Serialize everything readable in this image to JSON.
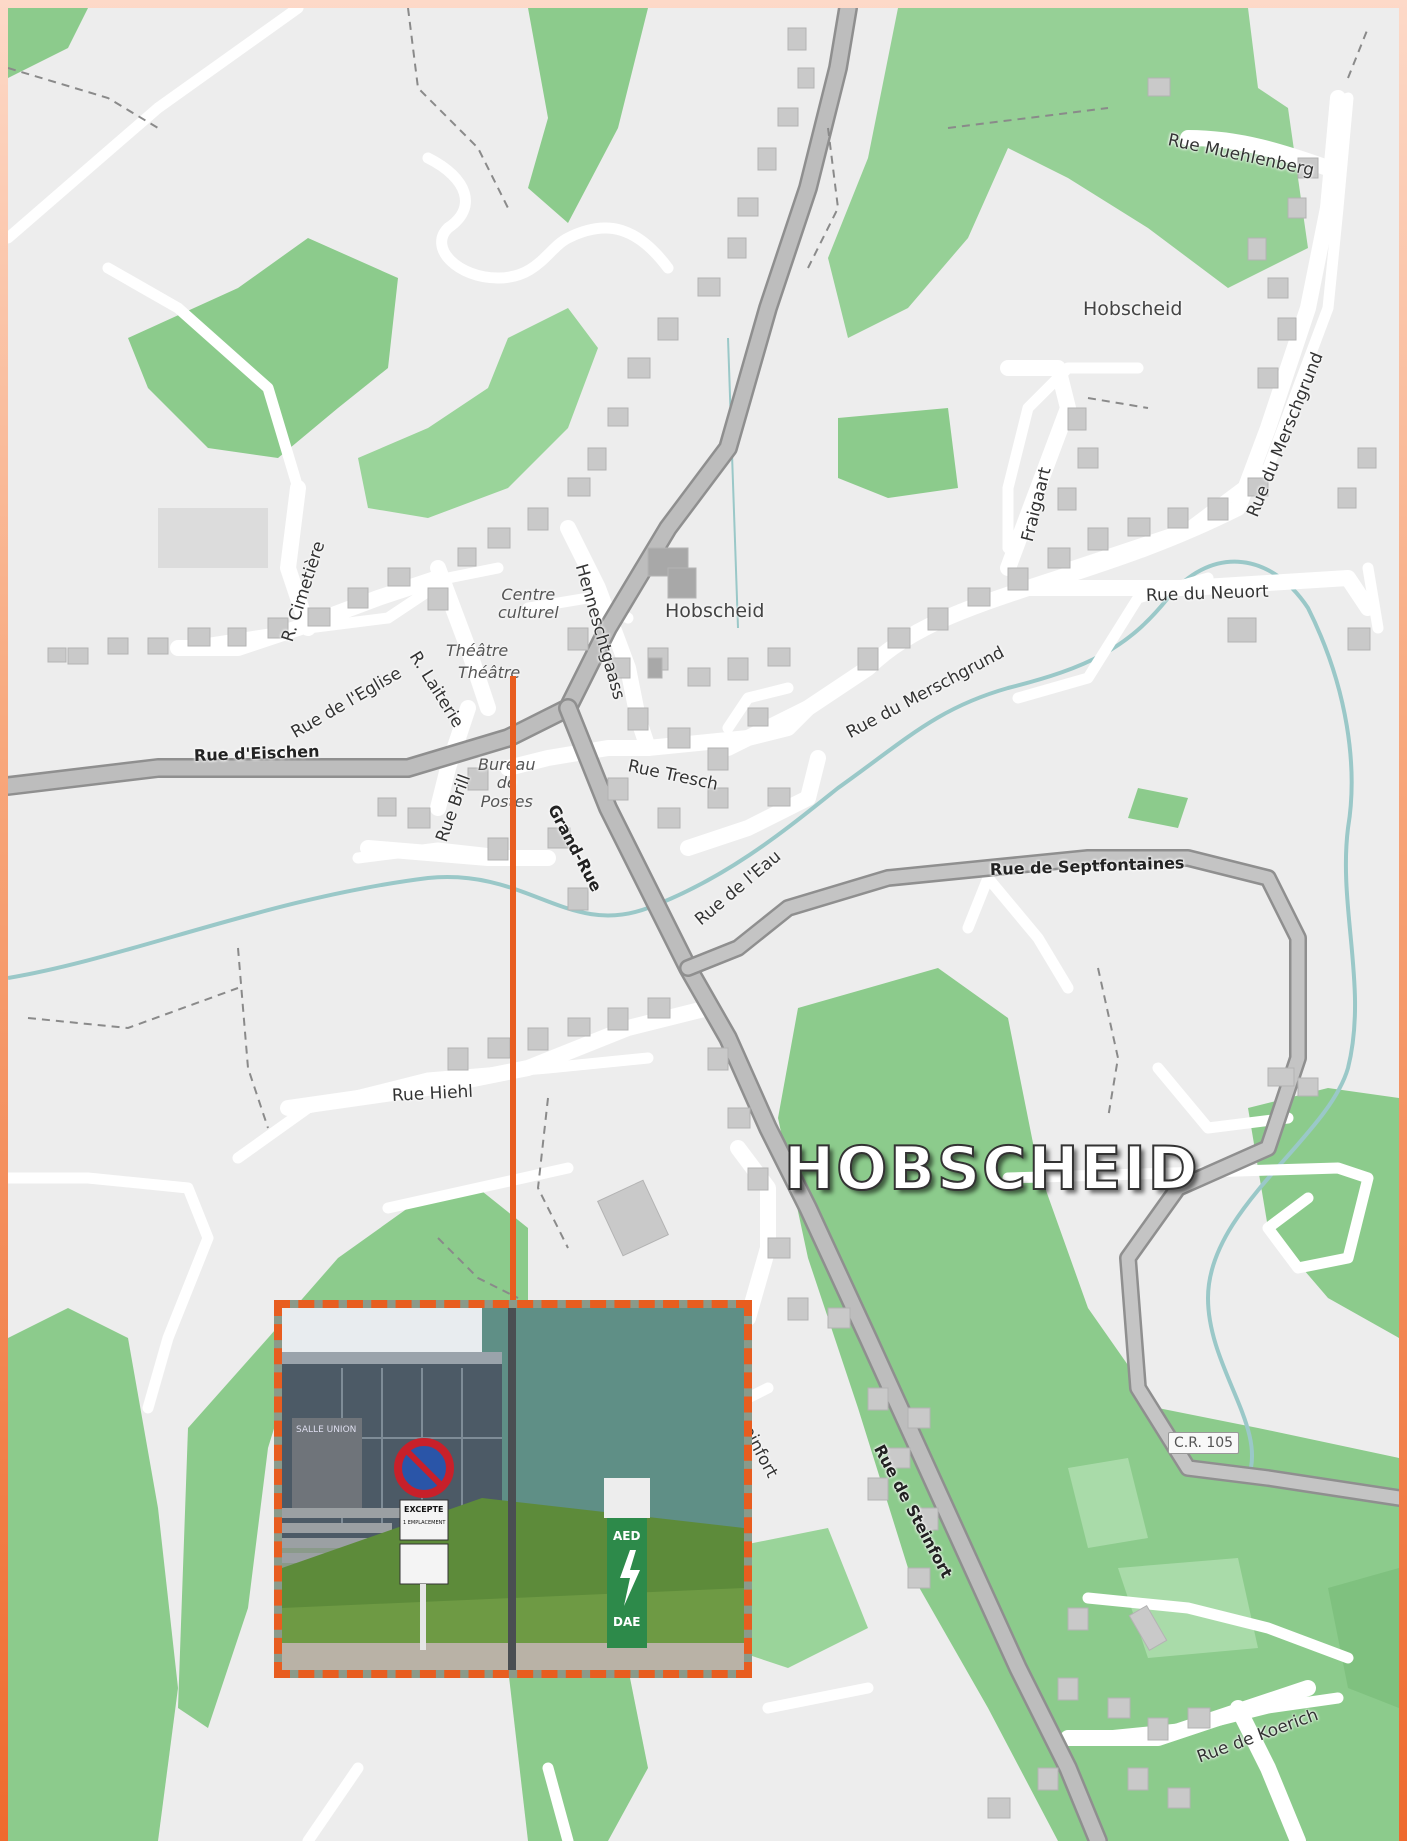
{
  "map": {
    "title": "HOBSCHEID",
    "streets": [
      {
        "id": "rue-muehlenberg",
        "label": "Rue Muehlenberg"
      },
      {
        "id": "rue-du-merschgrund-1",
        "label": "Rue du Merschgrund"
      },
      {
        "id": "rue-du-merschgrund-2",
        "label": "Rue du Merschgrund"
      },
      {
        "id": "fraigaart",
        "label": "Fraigaart"
      },
      {
        "id": "rue-du-neuort",
        "label": "Rue du Neuort"
      },
      {
        "id": "r-cimetiere",
        "label": "R. Cimetière"
      },
      {
        "id": "rue-de-leglise",
        "label": "Rue de l'Eglise"
      },
      {
        "id": "r-laiterie",
        "label": "R. Laiterie"
      },
      {
        "id": "henneschtgaass",
        "label": "Henneschtgaass"
      },
      {
        "id": "rue-deischen",
        "label": "Rue d'Eischen"
      },
      {
        "id": "rue-brill",
        "label": "Rue Brill"
      },
      {
        "id": "rue-tresch",
        "label": "Rue Tresch"
      },
      {
        "id": "grand-rue",
        "label": "Grand-Rue"
      },
      {
        "id": "rue-de-leau",
        "label": "Rue de l'Eau"
      },
      {
        "id": "rue-de-septfontaines",
        "label": "Rue de Septfontaines"
      },
      {
        "id": "rue-hiehl",
        "label": "Rue Hiehl"
      },
      {
        "id": "steinfort-fragment",
        "label": "teinfort"
      },
      {
        "id": "rue-de-steinfort",
        "label": "Rue de Steinfort"
      },
      {
        "id": "rue-de-koerich",
        "label": "Rue de Koerich"
      }
    ],
    "places": [
      {
        "id": "hobscheid-ne",
        "label": "Hobscheid"
      },
      {
        "id": "hobscheid-center",
        "label": "Hobscheid"
      }
    ],
    "pois": [
      {
        "id": "centre-culturel",
        "label": "Centre\nculturel"
      },
      {
        "id": "theatre-1",
        "label": "Théâtre"
      },
      {
        "id": "theatre-2",
        "label": "Théâtre"
      },
      {
        "id": "bureau-de-postes",
        "label": "Bureau\nde\nPostes"
      }
    ],
    "road_ref": "C.R. 105",
    "colors": {
      "land": "#ededed",
      "forest": "#8ccb8c",
      "road": "#ffffff",
      "main_road": "#b5b5b5",
      "river": "#9ac8c8",
      "building": "#c9c9c9",
      "accent": "#e85d1f"
    }
  },
  "photo": {
    "signs": {
      "building_sign": "SALLE UNION",
      "parking_sign_line1": "EXCEPTE",
      "parking_sign_line2": "1 EMPLACEMENT",
      "aed_top": "AED",
      "aed_bottom": "DAE"
    }
  }
}
